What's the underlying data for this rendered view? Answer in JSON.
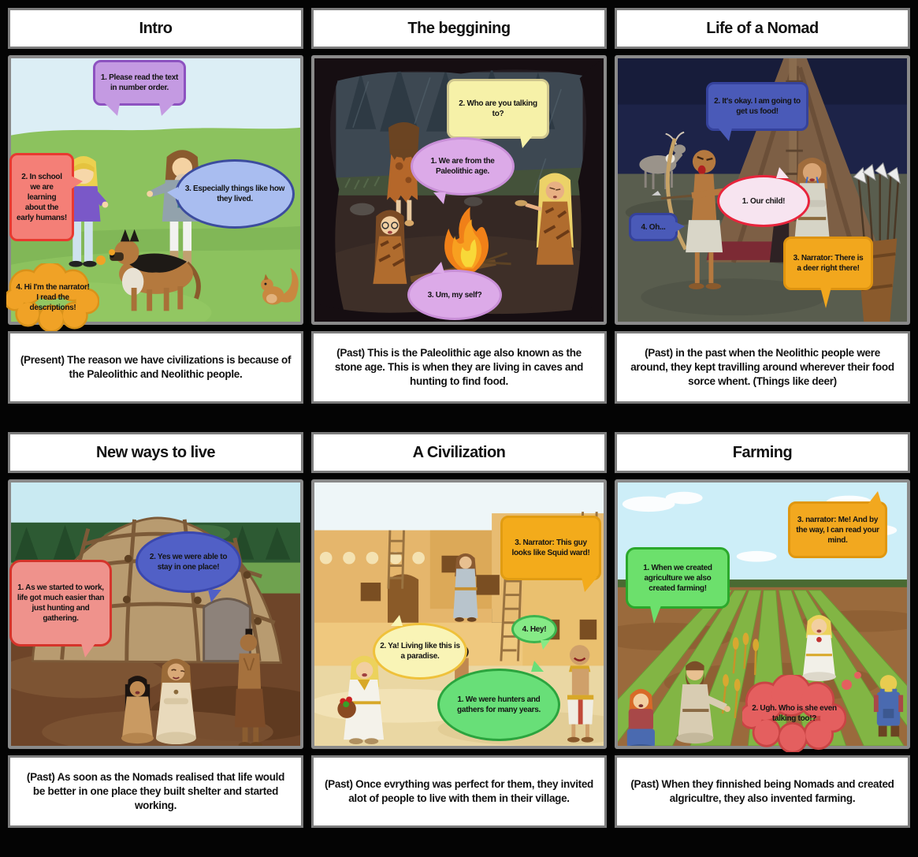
{
  "colors": {
    "page_background": "#000000",
    "panel_border": "#8a8a8a",
    "box_background": "#ffffff",
    "bubble_purple": "#c49ae2",
    "bubble_red": "#f47f77",
    "bubble_light_blue": "#a9bdf0",
    "bubble_orange": "#f2a71d",
    "bubble_pale_yellow": "#f6f1a8",
    "bubble_pink": "#dcaae8",
    "bubble_dark_blue": "#4a5ab8",
    "bubble_pale_pink": "#f7e4f0",
    "bubble_royal_blue": "#5160c6",
    "bubble_salmon": "#ef928c",
    "bubble_green": "#68df78",
    "bubble_red_cloud": "#e45f5f"
  },
  "storyboard": {
    "cells": [
      {
        "title": "Intro",
        "description": "(Present) The reason we have civilizations is because of the Paleolithic and Neolithic people.",
        "bubbles": [
          {
            "text": "1. Please read the text in number order."
          },
          {
            "text": "2. In school we are learning about the early humans!"
          },
          {
            "text": "3. Especially things like how they lived."
          },
          {
            "text": "4. Hi I'm the narrator! I read the descriptions!"
          }
        ]
      },
      {
        "title": "The beggining",
        "description": "(Past) This is the Paleolithic age also known as the stone age. This is when they are living in caves and hunting to find food.",
        "bubbles": [
          {
            "text": "2. Who are you talking to?"
          },
          {
            "text": "1. We are from the Paleolithic age."
          },
          {
            "text": "3. Um, my self?"
          }
        ]
      },
      {
        "title": "Life of a Nomad",
        "description": "(Past) in the past when the Neolithic people were around, they kept travilling around wherever their food sorce whent. (Things like deer)",
        "bubbles": [
          {
            "text": "2. It's okay. I am going to get us food!"
          },
          {
            "text": "1. Our child!"
          },
          {
            "text": "4. Oh..."
          },
          {
            "text": "3. Narrator: There is a deer right there!"
          }
        ]
      },
      {
        "title": "New ways to live",
        "description": "(Past) As soon as the Nomads realised that life would be better in one place they built shelter and started working.",
        "bubbles": [
          {
            "text": "2. Yes we were able to stay in one place!"
          },
          {
            "text": "1. As we started to work, life got much easier than just hunting and gathering."
          }
        ]
      },
      {
        "title": "A Civilization",
        "description": "(Past) Once evrything was perfect for them, they invited alot of people to live with them in their village.",
        "bubbles": [
          {
            "text": "3. Narrator: This guy looks like Squid ward!"
          },
          {
            "text": "2. Ya! Living like this is a paradise."
          },
          {
            "text": "4. Hey!"
          },
          {
            "text": "1. We were hunters and gathers for many years."
          }
        ]
      },
      {
        "title": "Farming",
        "description": "(Past) When they finnished being Nomads and created algricultre, they also invented farming.",
        "bubbles": [
          {
            "text": "3. narrator: Me! And by the way, I can read your mind."
          },
          {
            "text": "1. When we created agriculture we also created farming!"
          },
          {
            "text": "2. Ugh. Who is she even talking too!?"
          }
        ]
      }
    ]
  }
}
